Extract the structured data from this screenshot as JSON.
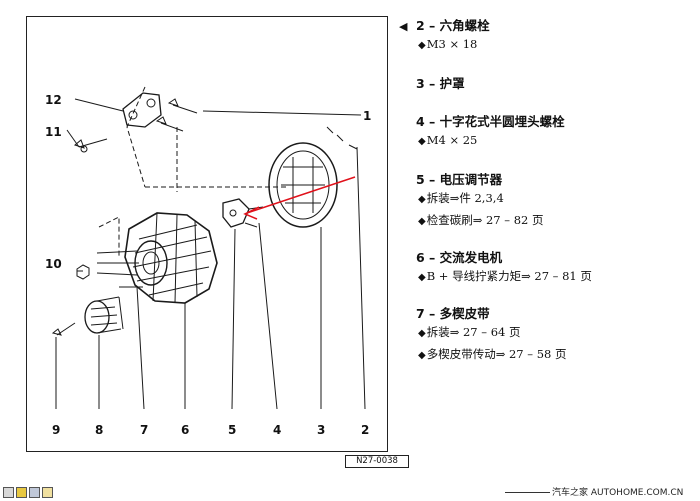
{
  "diagram": {
    "callouts": [
      "12",
      "1",
      "11",
      "10",
      "9",
      "8",
      "7",
      "6",
      "5",
      "4",
      "3",
      "2"
    ],
    "ref_code": "N27-0038"
  },
  "legend": {
    "marker": "◀",
    "entries": [
      {
        "title": "2 – 六角螺栓",
        "details": [
          "M3 × 18"
        ]
      },
      {
        "title": "3 – 护罩",
        "details": []
      },
      {
        "title": "4 – 十字花式半圆埋头螺栓",
        "details": [
          "M4 × 25"
        ]
      },
      {
        "title": "5 – 电压调节器",
        "details": [
          "拆装⇒件 2,3,4",
          "检查碳刷⇒ 27 – 82 页"
        ]
      },
      {
        "title": "6 – 交流发电机",
        "details": [
          "B + 导线拧紧力矩⇒ 27 – 81 页"
        ]
      },
      {
        "title": "7 – 多楔皮带",
        "details": [
          "拆装⇒ 27 – 64 页",
          "多楔皮带传动⇒ 27 – 58 页"
        ]
      }
    ]
  },
  "watermark": {
    "text": "汽车之家 AUTOHOME.COM.CN"
  },
  "colors": {
    "annotation_arrow": "#e0101a",
    "line_art": "#1a1a1a"
  }
}
